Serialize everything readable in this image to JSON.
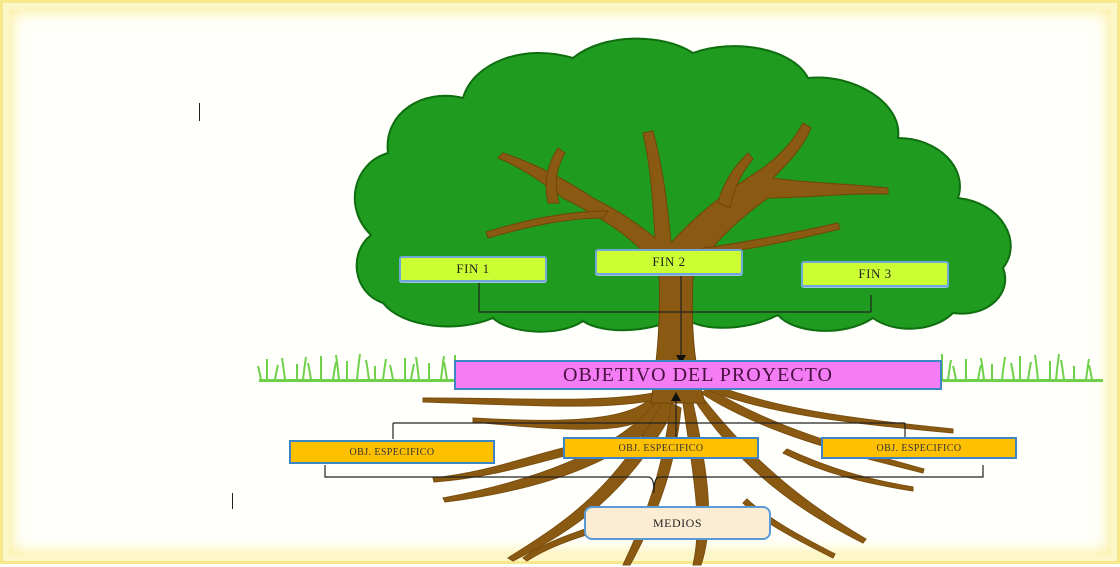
{
  "diagram": {
    "fines": [
      {
        "label": "FIN 1"
      },
      {
        "label": "FIN 2"
      },
      {
        "label": "FIN 3"
      }
    ],
    "objetivo": {
      "label": "OBJETIVO DEL PROYECTO"
    },
    "especificos": [
      {
        "label": "OBJ. ESPECIFICO"
      },
      {
        "label": "OBJ. ESPECIFICO"
      },
      {
        "label": "OBJ. ESPECIFICO"
      }
    ],
    "medios": {
      "label": "MEDIOS"
    }
  },
  "colors": {
    "foliage": "#1e9a1e",
    "trunk": "#8b5a12",
    "grass": "#7ed957",
    "fin_fill": "#ccff33",
    "objetivo_fill": "#f47cf4",
    "especifico_fill": "#ffc000",
    "medios_fill": "#fbecd3",
    "box_border": "#3d85c6"
  }
}
